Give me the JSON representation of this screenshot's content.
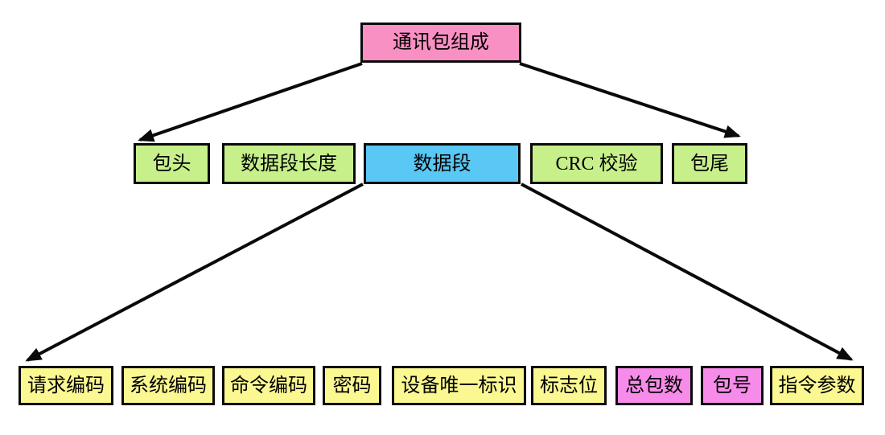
{
  "diagram": {
    "root": {
      "label": "通讯包组成"
    },
    "packet_fields": [
      {
        "label": "包头"
      },
      {
        "label": "数据段长度"
      },
      {
        "label": "数据段"
      },
      {
        "label": "CRC 校验"
      },
      {
        "label": "包尾"
      }
    ],
    "data_segment_fields": [
      {
        "label": "请求编码"
      },
      {
        "label": "系统编码"
      },
      {
        "label": "命令编码"
      },
      {
        "label": "密码"
      },
      {
        "label": "设备唯一标识"
      },
      {
        "label": "标志位"
      },
      {
        "label": "总包数"
      },
      {
        "label": "包号"
      },
      {
        "label": "指令参数"
      }
    ],
    "colors": {
      "root_fill": "#F990C3",
      "field_fill": "#C7F08B",
      "data_segment_fill": "#59C8F5",
      "subfield_fill": "#FBF892",
      "packet_count_fill": "#F78BE9",
      "border": "#0a0a0a",
      "arrow": "#0a0a0a"
    }
  }
}
